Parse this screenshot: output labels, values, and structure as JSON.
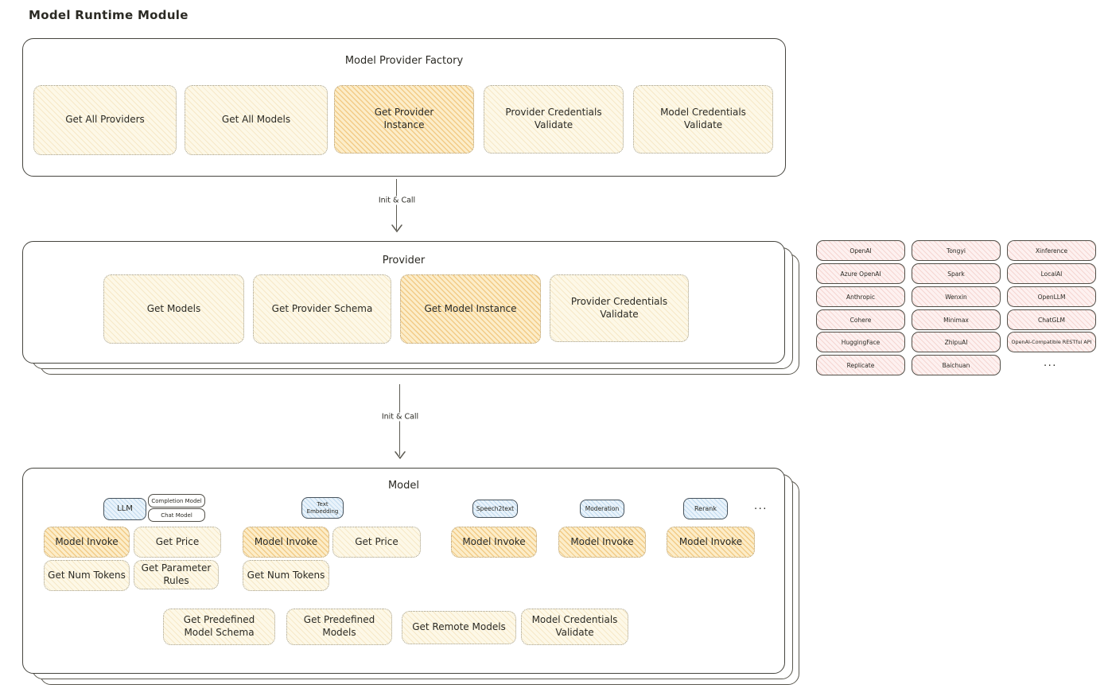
{
  "title": "Model Runtime Module",
  "colors": {
    "node_yellow": "#fdf8e7",
    "node_yellow_hatch": "#e5c47d",
    "node_orange": "#fcedc9",
    "node_orange_hatch": "#eaaf50",
    "provider_pink": "#fdf1f0",
    "provider_pink_hatch": "#e2948a",
    "chip_blue": "#e9f3fb",
    "chip_blue_hatch": "#80b2d7",
    "stroke": "#46453f"
  },
  "factory": {
    "title": "Model Provider Factory",
    "buttons": [
      "Get All Providers",
      "Get All Models",
      "Get Provider Instance",
      "Provider Credentials Validate",
      "Model Credentials Validate"
    ]
  },
  "arrows": {
    "init_call_1": "Init & Call",
    "init_call_2": "Init & Call"
  },
  "provider": {
    "title": "Provider",
    "buttons": [
      "Get Models",
      "Get Provider Schema",
      "Get Model Instance",
      "Provider Credentials Validate"
    ]
  },
  "providers": {
    "items": [
      "OpenAI",
      "Tongyi",
      "Xinference",
      "Azure OpenAI",
      "Spark",
      "LocalAI",
      "Anthropic",
      "Wenxin",
      "OpenLLM",
      "Cohere",
      "Minimax",
      "ChatGLM",
      "HuggingFace",
      "ZhipuAI",
      "OpenAI-Compatible RESTful API",
      "Replicate",
      "Baichuan"
    ],
    "more": "..."
  },
  "model": {
    "title": "Model",
    "chips": {
      "llm": "LLM",
      "completion": "Completion Model",
      "chat": "Chat Model",
      "text_embedding": "Text Embedding",
      "speech2text": "Speech2text",
      "moderation": "Moderation",
      "rerank": "Rerank",
      "more": "..."
    },
    "buttons": {
      "llm_invoke": "Model Invoke",
      "llm_get_price": "Get Price",
      "llm_get_num_tokens": "Get Num Tokens",
      "llm_get_parameter_rules": "Get Parameter Rules",
      "te_invoke": "Model Invoke",
      "te_get_price": "Get Price",
      "te_get_num_tokens": "Get Num Tokens",
      "s2t_invoke": "Model Invoke",
      "moderation_invoke": "Model Invoke",
      "rerank_invoke": "Model Invoke"
    },
    "bottom_buttons": [
      "Get Predefined Model Schema",
      "Get Predefined Models",
      "Get Remote Models",
      "Model Credentials Validate"
    ]
  }
}
